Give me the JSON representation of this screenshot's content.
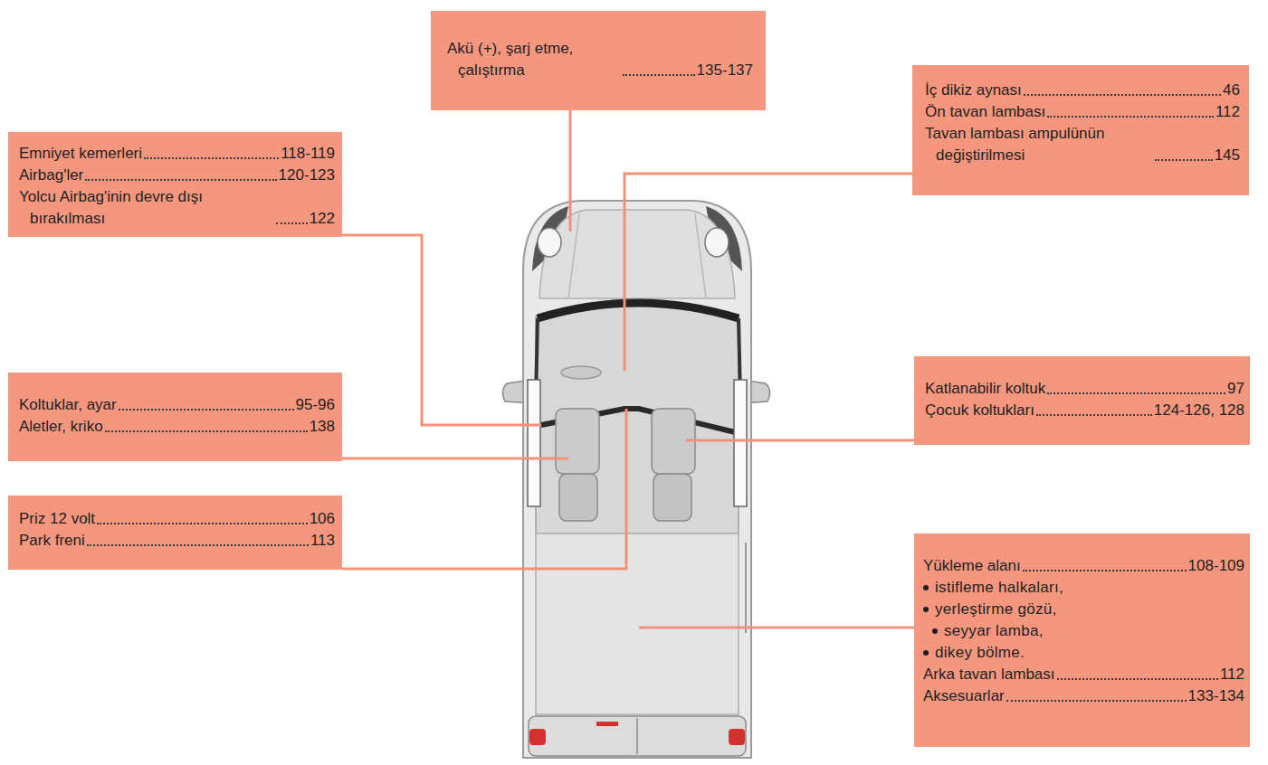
{
  "diagram": {
    "nodes": [
      {
        "text": [
          "Akü (+), şarj etme, çalıştırma",
          "135-137"
        ]
      },
      {
        "text": [
          "İç dikiz aynası",
          "46",
          "Ön tavan lambası",
          "112",
          "Tavan lambası ampulünün değiştirilmesi",
          "145"
        ]
      },
      {
        "text": [
          "Emniyet kemerleri",
          "118-119",
          "Airbag'ler",
          "120-123",
          "Yolcu Airbag'inin devre dışı bırakılması",
          "122"
        ]
      },
      {
        "text": [
          "Koltuklar, ayar",
          "95-96",
          "Aletler, kriko",
          "138"
        ]
      },
      {
        "text": [
          "Katlanabilir koltuk",
          "97",
          "Çocuk koltukları",
          "124-126, 128"
        ]
      },
      {
        "text": [
          "Priz 12 volt",
          "106",
          "Park freni",
          "113"
        ]
      },
      {
        "text": [
          "Yükleme alanı",
          "108-109",
          "istifleme halkaları,",
          "yerleştirme gözü,",
          "seyyar lamba,",
          "dikey bölme.",
          "Arka tavan lambası",
          "112",
          "Aksesuarlar",
          "133-134"
        ]
      }
    ]
  }
}
